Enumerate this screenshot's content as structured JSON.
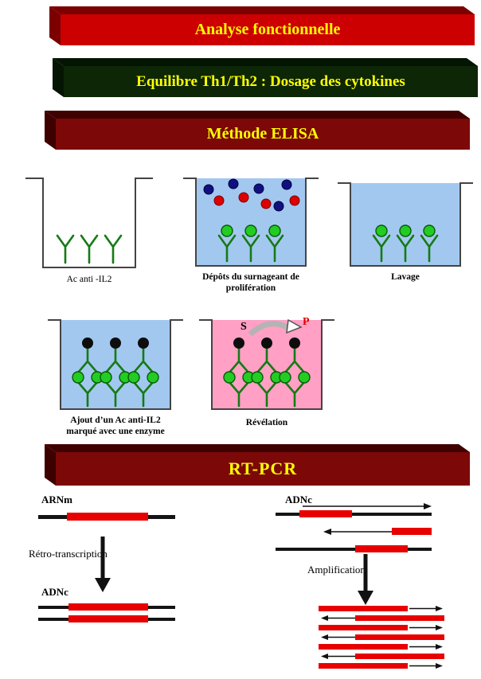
{
  "banners": {
    "analyse": {
      "label": "Analyse fonctionnelle"
    },
    "equilibre": {
      "label": "Equilibre Th1/Th2 : Dosage des cytokines"
    },
    "elisa": {
      "label": "Méthode ELISA"
    },
    "rtpcr": {
      "label": "RT-PCR"
    }
  },
  "elisa_steps": [
    {
      "caption_lines": [
        "Ac anti -IL2"
      ]
    },
    {
      "caption_lines": [
        "Dépôts du surnageant de",
        "prolifération"
      ]
    },
    {
      "caption_lines": [
        "Lavage"
      ]
    },
    {
      "caption_lines": [
        "Ajout d’un Ac anti-IL2",
        "marqué avec une enzyme"
      ]
    },
    {
      "caption_lines": [
        "Révélation"
      ],
      "substrate": "S",
      "product": "P"
    }
  ],
  "rtpcr": {
    "arnm_label": "ARNm",
    "retro_label": "Rétro-transcription",
    "adnc_left_label": "ADNc",
    "adnc_right_label": "ADNc",
    "amplification_label": "Amplification"
  },
  "colors": {
    "banner1_face": "#cc0000",
    "banner1_dark": "#7c0000",
    "banner2_face": "#0c2606",
    "banner2_dark": "#051503",
    "banner3_face": "#7c0808",
    "banner3_dark": "#3f0000",
    "accent_text": "#ffff00",
    "well_blue": "#a3c8ef",
    "well_pink": "#ffa0c4",
    "antibody_green": "#157a15",
    "antigen_green": "#22cc22",
    "dot_red": "#dd0000",
    "dot_navy": "#101080",
    "dot_black": "#0d0d0d",
    "dna_red": "#e80000",
    "dna_black": "#141414"
  }
}
